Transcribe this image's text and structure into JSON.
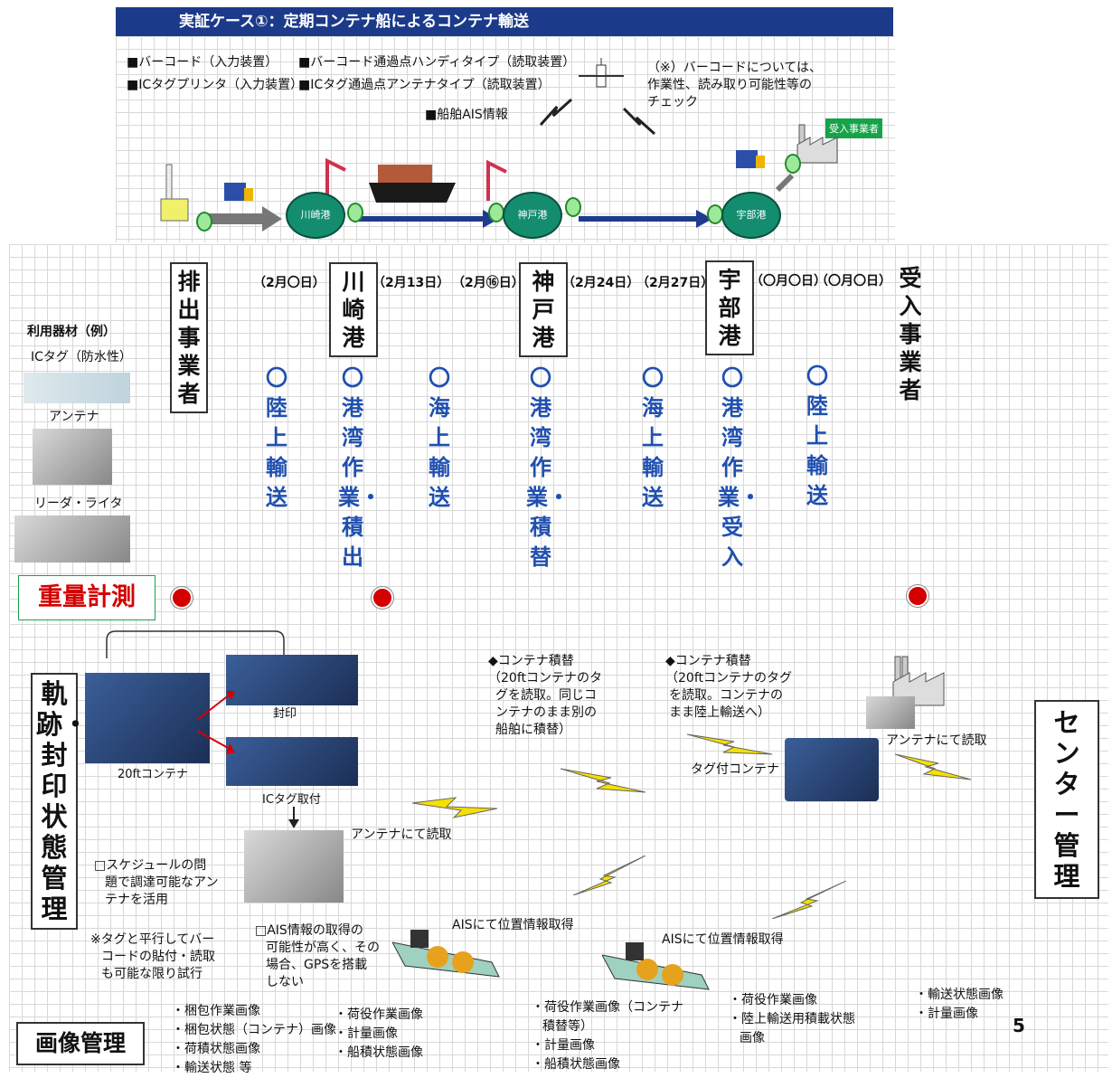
{
  "header": {
    "title": "実証ケース①：定期コンテナ船によるコンテナ輸送",
    "equip_col1": [
      "■バーコード（入力装置）",
      "■ICタグプリンタ（入力装置）"
    ],
    "equip_col2": [
      "■バーコード通過点ハンディタイプ（読取装置）",
      "■ICタグ通過点アンテナタイプ（読取装置）"
    ],
    "ais": "■船舶AIS情報",
    "note": [
      "（※）バーコードについては、",
      "作業性、読み取り可能性等の",
      "チェック"
    ],
    "receiver_tag": "受入事業者",
    "ports": [
      "川崎港",
      "神戸港",
      "宇部港"
    ]
  },
  "timeline": {
    "heads": {
      "shipper": "排出事業者",
      "kawasaki": "川崎港",
      "kobe": "神戸港",
      "ube": "宇部港",
      "receiver": "受入事業者"
    },
    "dates": [
      "（2月〇日）",
      "（2月13日）",
      "（2月⑯日）",
      "（2月24日）",
      "（2月27日）",
      "（〇月〇日）",
      "（〇月〇日）"
    ],
    "activities": [
      "〇陸上輸送",
      "〇港湾作業・積出",
      "〇海上輸送",
      "〇港湾作業・積替",
      "〇海上輸送",
      "〇港湾作業・受入",
      "〇陸上輸送"
    ]
  },
  "equipment": {
    "title": "利用器材（例）",
    "items": [
      "ICタグ（防水性）",
      "アンテナ",
      "リーダ・ライタ"
    ]
  },
  "weight": {
    "label": "重量計測"
  },
  "tracking": {
    "label": "軌跡・封印状態管理",
    "seal": "封印",
    "container": "20ftコンテナ",
    "ictag": "ICタグ取付",
    "antenna_read1": "アンテナにて読取",
    "schedule_note": [
      "□スケジュールの問",
      "題で調達可能なアン",
      "テナを活用"
    ],
    "barcode_note": [
      "※タグと平行してバー",
      "コードの貼付・読取",
      "も可能な限り試行"
    ],
    "ais_note": [
      "□AIS情報の取得の",
      "可能性が高く、その",
      "場合、GPSを搭載",
      "しない"
    ],
    "transship1": [
      "◆コンテナ積替",
      "（20ftコンテナのタ",
      "グを読取。同じコ",
      "ンテナのまま別の",
      "船舶に積替）"
    ],
    "transship2": [
      "◆コンテナ積替",
      "（20ftコンテナのタグ",
      "を読取。コンテナの",
      "まま陸上輸送へ）"
    ],
    "tagged_container": "タグ付コンテナ",
    "antenna_read2": "アンテナにて読取",
    "ais_pos1": "AISにて位置情報取得",
    "ais_pos2": "AISにて位置情報取得"
  },
  "center": {
    "label": "センター管理"
  },
  "image_mgmt": {
    "label": "画像管理",
    "list1": [
      "・梱包作業画像",
      "・梱包状態（コンテナ）画像",
      "・荷積状態画像",
      "・輸送状態 等"
    ],
    "list2": [
      "・荷役作業画像",
      "・計量画像",
      "・船積状態画像"
    ],
    "list3": [
      "・荷役作業画像（コンテナ",
      "積替等）",
      "・計量画像",
      "・船積状態画像"
    ],
    "list4": [
      "・荷役作業画像",
      "・陸上輸送用積載状態",
      "画像"
    ],
    "list5": [
      "・輸送状態画像",
      "・計量画像"
    ]
  },
  "page_number": "5",
  "colors": {
    "banner": "#1c3a8a",
    "activity": "#1f4fb0",
    "weight": "#d40000",
    "port": "#138d6e"
  }
}
